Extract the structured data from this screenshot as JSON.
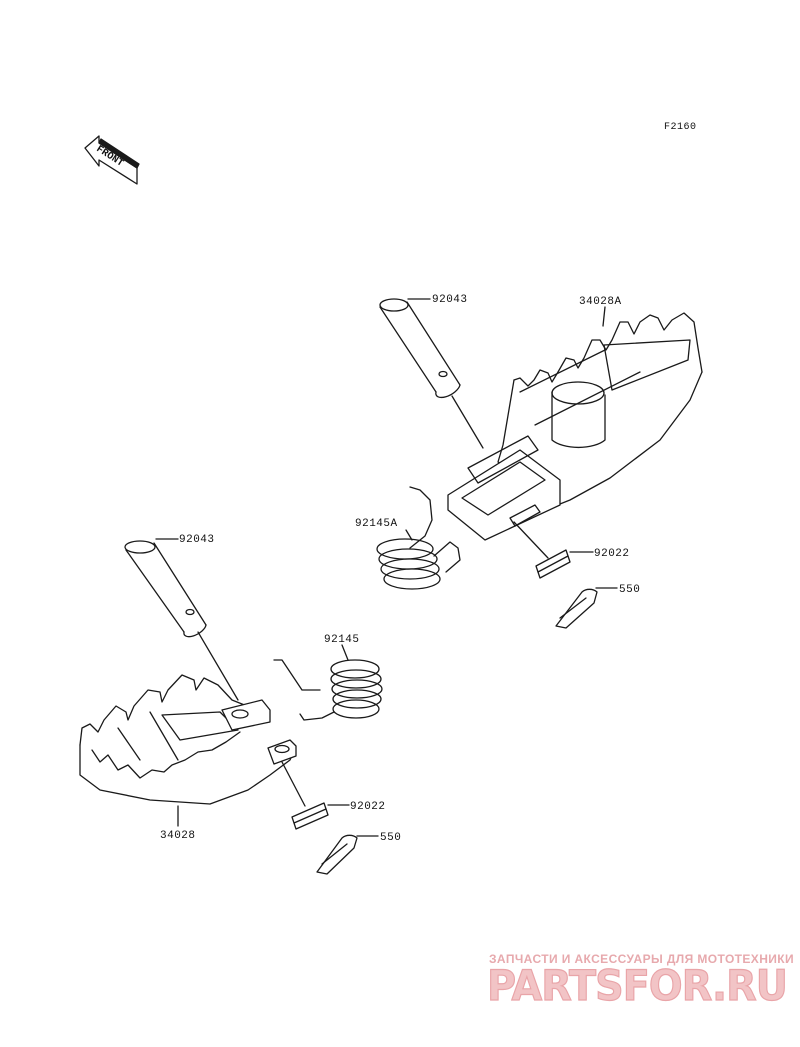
{
  "figure_code": "F2160",
  "front_label": "FRONT",
  "callouts": {
    "pin_upper": "92043",
    "step_right": "34028A",
    "spring_upper": "92145A",
    "washer_upper": "92022",
    "cotter_upper": "550",
    "pin_lower": "92043",
    "spring_lower": "92145",
    "step_left": "34028",
    "washer_lower": "92022",
    "cotter_lower": "550"
  },
  "watermark": {
    "tagline": "ЗАПЧАСТИ И АКСЕССУАРЫ ДЛЯ МОТОТЕХНИКИ",
    "logo": "PARTSFOR.RU"
  },
  "colors": {
    "line": "#1a1a1a",
    "watermark": "#e9a4a8"
  }
}
